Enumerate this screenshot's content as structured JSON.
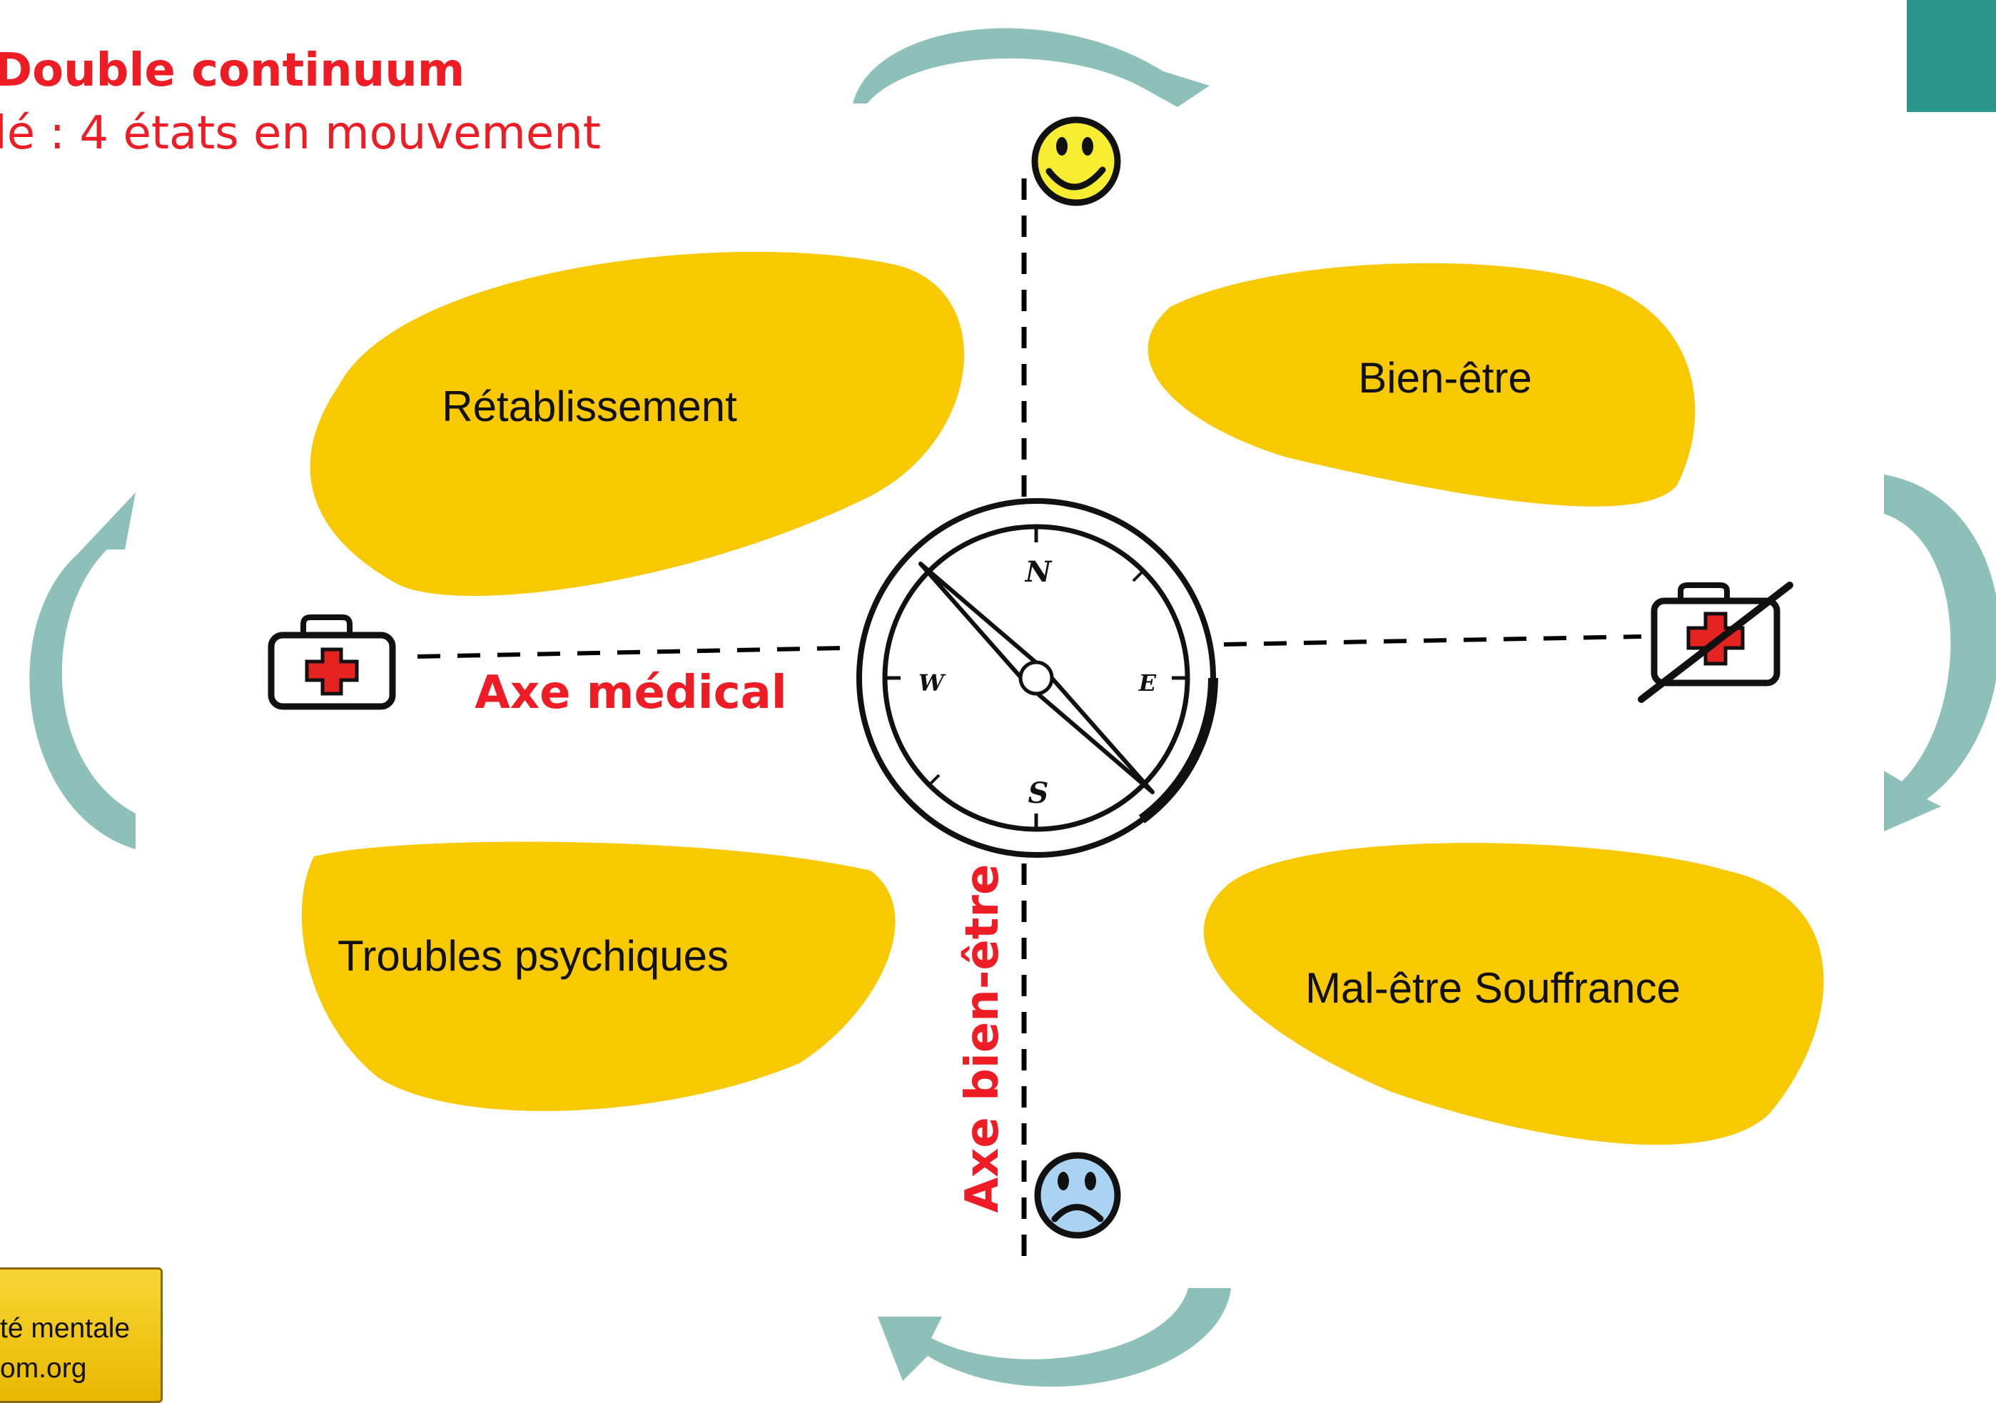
{
  "header": {
    "title": "Double continuum",
    "subtitle": "lé : 4 états en mouvement"
  },
  "quadrants": {
    "top_left": "Rétablissement",
    "top_right": "Bien-être",
    "bottom_left": "Troubles psychiques",
    "bottom_right": "Mal-être Souffrance"
  },
  "axes": {
    "horizontal": "Axe médical",
    "vertical": "Axe bien-être"
  },
  "compass": {
    "north": "N",
    "south": "S",
    "east": "E",
    "west": "W"
  },
  "footer": {
    "line1": "té mentale",
    "line2": "om.org"
  },
  "colors": {
    "petal": "#f8c800",
    "arrow": "#8dc0b8",
    "arrow_shadow": "#6c9e97",
    "axis_label": "#ee1c25",
    "title": "#ee1c25",
    "corner": "#2a958a",
    "footer_bg": "#f2c80f"
  },
  "icons": {
    "top_axis": "smiley-happy-icon",
    "bottom_axis": "smiley-sad-icon",
    "left_axis": "first-aid-kit-icon",
    "right_axis": "first-aid-kit-crossed-icon",
    "center": "compass-icon"
  }
}
